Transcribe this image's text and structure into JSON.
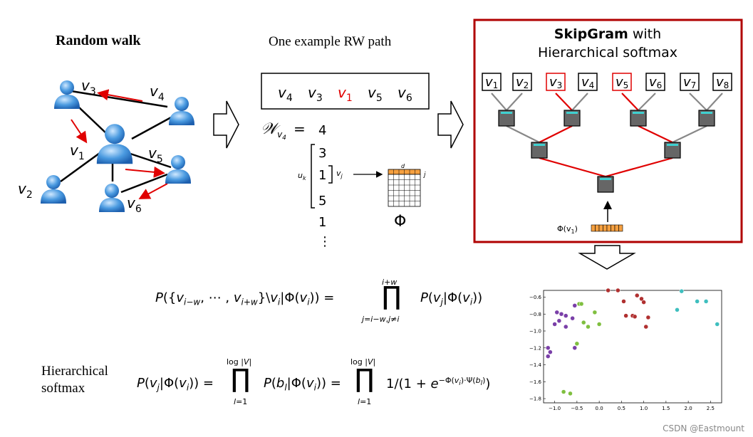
{
  "random_walk": {
    "title": "Random walk",
    "nodes": [
      {
        "id": "v3",
        "label": "v",
        "sub": "3"
      },
      {
        "id": "v4",
        "label": "v",
        "sub": "4"
      },
      {
        "id": "v1",
        "label": "v",
        "sub": "1"
      },
      {
        "id": "v5",
        "label": "v",
        "sub": "5"
      },
      {
        "id": "v2",
        "label": "v",
        "sub": "2"
      },
      {
        "id": "v6",
        "label": "v",
        "sub": "6"
      }
    ]
  },
  "rw_path": {
    "title": "One example RW path",
    "sequence": [
      {
        "label": "v",
        "sub": "4",
        "highlight": false
      },
      {
        "label": "v",
        "sub": "3",
        "highlight": false
      },
      {
        "label": "v",
        "sub": "1",
        "highlight": true
      },
      {
        "label": "v",
        "sub": "5",
        "highlight": false
      },
      {
        "label": "v",
        "sub": "6",
        "highlight": false
      }
    ],
    "window_symbol": "𝒲",
    "window_sub": "v",
    "window_subsub": "4",
    "equals": "=",
    "window_values": [
      "4",
      "3",
      "1",
      "5",
      "1"
    ],
    "uk": "u",
    "uk_sub": "k",
    "vj": "v",
    "vj_sub": "j",
    "matrix_d": "d",
    "matrix_j": "j",
    "phi": "Φ"
  },
  "skipgram": {
    "title_bold": "SkipGram",
    "title_rest": " with",
    "subtitle": "Hierarchical softmax",
    "leaves": [
      {
        "label": "v",
        "sub": "1",
        "highlight": false
      },
      {
        "label": "v",
        "sub": "2",
        "highlight": false
      },
      {
        "label": "v",
        "sub": "3",
        "highlight": true
      },
      {
        "label": "v",
        "sub": "4",
        "highlight": false
      },
      {
        "label": "v",
        "sub": "5",
        "highlight": true
      },
      {
        "label": "v",
        "sub": "6",
        "highlight": false
      },
      {
        "label": "v",
        "sub": "7",
        "highlight": false
      },
      {
        "label": "v",
        "sub": "8",
        "highlight": false
      }
    ],
    "input_label": "Φ(v",
    "input_sub": "1",
    "input_close": ")"
  },
  "equations": {
    "eq1_lhs": "P({v",
    "eq1_text": "P({v_{i−w}, ⋯ , v_{i+w}}\\v_i|Φ(v_i)) = ∏_{j=i−w, j≠i}^{i+w} P(v_j|Φ(v_i))",
    "hier_label_1": "Hierarchical",
    "hier_label_2": "softmax",
    "eq2_text": "P(v_j|Φ(v_i)) = ∏_{l=1}^{log|V|} P(b_l|Φ(v_i)) = ∏_{l=1}^{log|V|} 1/(1 + e^{−Φ(v_i)·Ψ(b_l)})"
  },
  "scatter": {
    "x_ticks": [
      "−1.0",
      "−0.5",
      "0.0",
      "0.5",
      "1.0",
      "1.5",
      "2.0",
      "2.5"
    ],
    "y_ticks": [
      "−0.6",
      "−0.8",
      "−1.0",
      "−1.2",
      "−1.4",
      "−1.6",
      "−1.8"
    ]
  },
  "watermark": "CSDN @Eastmount",
  "colors": {
    "red": "#e00000",
    "box_red": "#c00000",
    "orange": "#f5a040",
    "purple": "#7a3fa8",
    "green": "#7fbf3f",
    "darkred": "#b03030",
    "cyan": "#3fbfbf"
  }
}
